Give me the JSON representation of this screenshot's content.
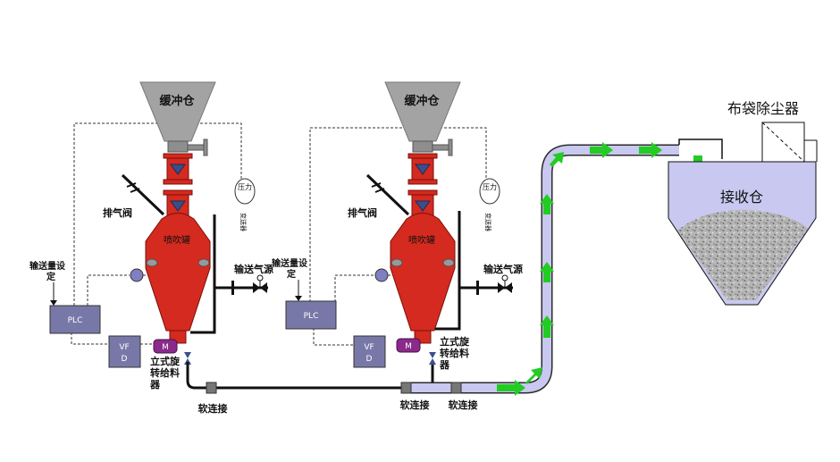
{
  "units": [
    {
      "hopper_label": "缓冲仓",
      "tank_label": "喷吹罐",
      "exhaust_valve_label": "排气阀",
      "pressure_gauge_label_line1": "压力",
      "pressure_gauge_label_line2": "变送器",
      "setpoint_label_line1": "输送量设",
      "setpoint_label_line2": "定",
      "air_source_label": "输送气源",
      "plc_label": "PLC",
      "vfd_label_line1": "VF",
      "vfd_label_line2": "D",
      "motor_label": "M",
      "feeder_label_line1": "立式旋",
      "feeder_label_line2": "转给料",
      "feeder_label_line3": "器"
    },
    {
      "hopper_label": "缓冲仓",
      "tank_label": "喷吹罐",
      "exhaust_valve_label": "排气阀",
      "pressure_gauge_label_line1": "压力",
      "pressure_gauge_label_line2": "变送器",
      "setpoint_label_line1": "输送量设",
      "setpoint_label_line2": "定",
      "air_source_label": "输送气源",
      "plc_label": "PLC",
      "vfd_label_line1": "VF",
      "vfd_label_line2": "D",
      "motor_label": "M",
      "feeder_label_line1": "立式旋",
      "feeder_label_line2": "转给料",
      "feeder_label_line3": "器"
    }
  ],
  "soft_connector_labels": [
    "软连接",
    "软连接",
    "软连接"
  ],
  "receiver": {
    "filter_label": "布袋除尘器",
    "bin_label": "接收仓"
  },
  "colors": {
    "tank": "#d42a1f",
    "tank_edge": "#7a100b",
    "hopper": "#a3a3a3",
    "control_box": "#7878a8",
    "motor": "#8a2a8a",
    "conveying_pipe": "#c8c8f0",
    "flow_arrow": "#22cc22",
    "bin": "#c8c8f0",
    "powder": "#9a9a9a"
  }
}
